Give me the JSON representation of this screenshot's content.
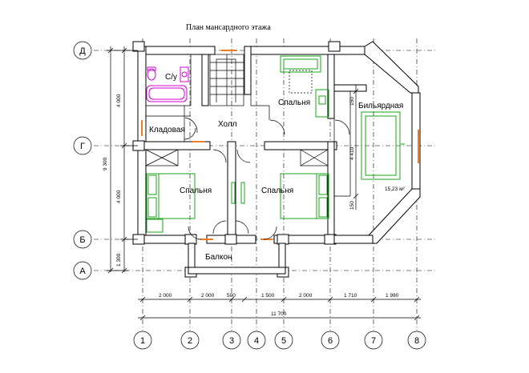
{
  "plan": {
    "title": "План мансардного этажа",
    "rooms": {
      "bath": "С/у",
      "storage": "Кладовая",
      "hall": "Холл",
      "bedroom_top": "Спальня",
      "billiard": "Бильярдная",
      "bedroom_left": "Спальня",
      "bedroom_right": "Спальня",
      "balcony": "Балкон",
      "area": "15,23 м²"
    },
    "row_axes": [
      "Д",
      "Г",
      "Б",
      "А"
    ],
    "col_axes": [
      "1",
      "2",
      "3",
      "4",
      "5",
      "6",
      "7",
      "8"
    ],
    "horizontal_dims": [
      "2 000",
      "2 000",
      "500",
      "1 500",
      "2 000",
      "1 710",
      "1 990"
    ],
    "total_width": "11 700",
    "vertical_dims": [
      "4 000",
      "4 000",
      "1 300"
    ],
    "total_height": "9 300",
    "billiard_dims": [
      "150",
      "4 410",
      "150"
    ],
    "colors": {
      "furniture": "#1aa51a",
      "plumbing": "#d400d4",
      "openings": "#f07b20"
    }
  }
}
